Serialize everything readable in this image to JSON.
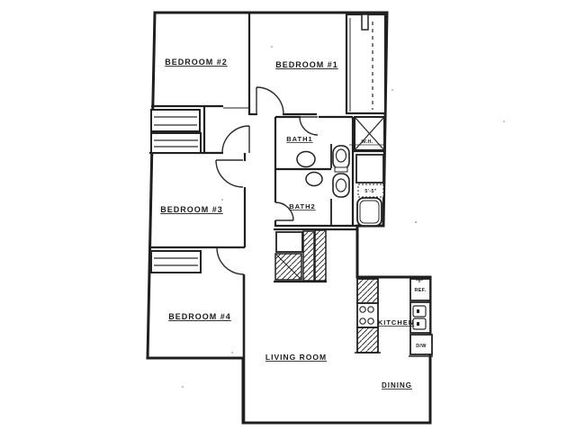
{
  "plan": {
    "type": "apartment-floor-plan",
    "style": "scanned black-and-white architectural drawing"
  },
  "rooms": {
    "bedroom2": {
      "label": "BEDROOM #2"
    },
    "bedroom1": {
      "label": "BEDROOM #1"
    },
    "bath1": {
      "label": "BATH1"
    },
    "bath2": {
      "label": "BATH2"
    },
    "bedroom3": {
      "label": "BEDROOM #3"
    },
    "bedroom4": {
      "label": "BEDROOM #4"
    },
    "living_room": {
      "label": "LIVING ROOM"
    },
    "kitchen": {
      "label": "KITCHEN"
    },
    "dining": {
      "label": "DINING"
    }
  },
  "fixtures": {
    "refrigerator": {
      "label": "REF."
    },
    "dishwasher": {
      "label": "D/W"
    },
    "water_heater": {
      "label": "W.H."
    },
    "closet_dimension": {
      "label": "5'-5\""
    }
  },
  "colors": {
    "background": "#ffffff",
    "line": "#1f1f1f"
  }
}
